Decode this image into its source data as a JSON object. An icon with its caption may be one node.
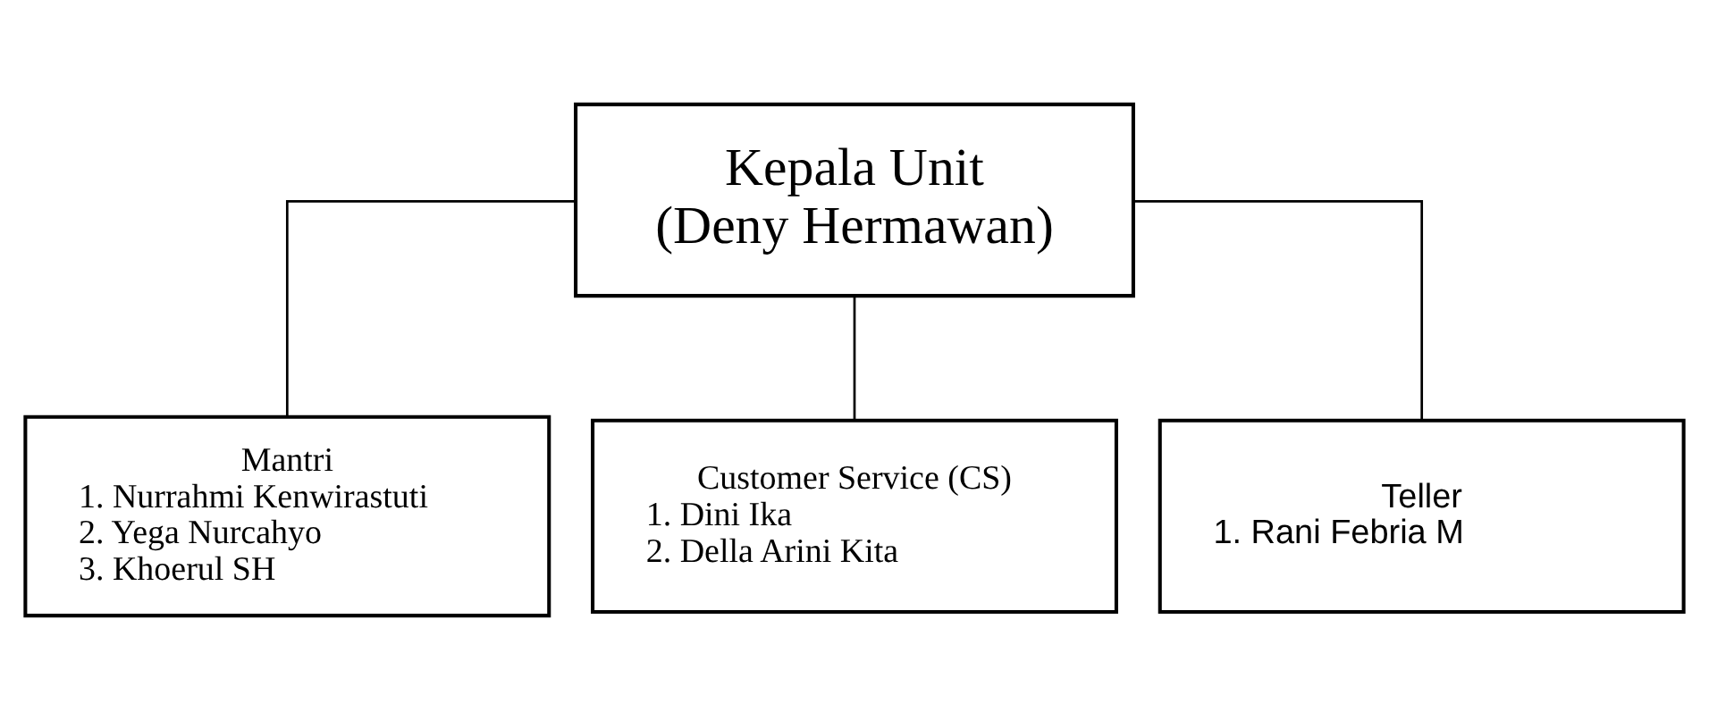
{
  "diagram": {
    "nodes": [
      {
        "text": [
          "Kepala Unit",
          "(Deny Hermawan)"
        ]
      },
      {
        "text": [
          "Mantri",
          "1. Nurrahmi Kenwirastuti",
          "2. Yega Nurcahyo",
          "3. Khoerul SH"
        ]
      },
      {
        "text": [
          "Customer Service (CS)",
          "1. Dini Ika",
          "2. Della Arini Kita"
        ]
      },
      {
        "text": [
          "Teller",
          "1. Rani Febria M"
        ]
      }
    ],
    "edges": [
      {
        "from": 0,
        "to": 1,
        "arrow": "none"
      },
      {
        "from": 0,
        "to": 2,
        "arrow": "none"
      },
      {
        "from": 0,
        "to": 3,
        "arrow": "none"
      }
    ]
  }
}
